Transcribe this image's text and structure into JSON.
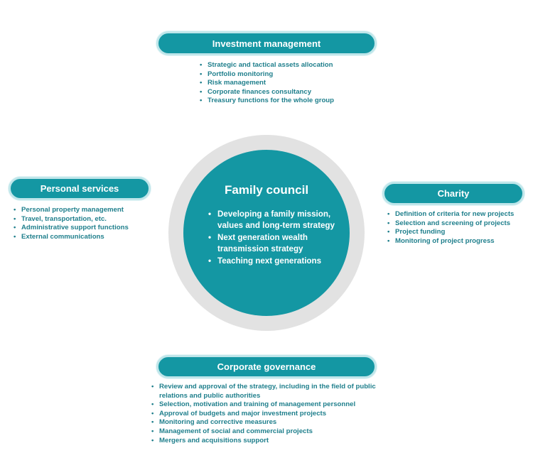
{
  "center": {
    "title": "Family council",
    "items": [
      "Developing a family mission, values and long-term strategy",
      "Next generation wealth transmission strategy",
      "Teaching next generations"
    ]
  },
  "investment": {
    "title": "Investment management",
    "items": [
      "Strategic and tactical assets allocation",
      "Portfolio monitoring",
      "Risk management",
      "Corporate finances consultancy",
      "Treasury functions for the whole group"
    ]
  },
  "personal": {
    "title": "Personal services",
    "items": [
      "Personal property management",
      "Travel, transportation, etc.",
      "Administrative support functions",
      "External communications"
    ]
  },
  "charity": {
    "title": "Charity",
    "items": [
      "Definition of criteria for new projects",
      "Selection and screening of projects",
      "Project funding",
      "Monitoring of project progress"
    ]
  },
  "governance": {
    "title": "Corporate governance",
    "items": [
      "Review and approval of the strategy, including in the field of public relations and public authorities",
      "Selection, motivation and training of management personnel",
      "Approval of budgets and major investment projects",
      "Monitoring and corrective measures",
      "Management of social and commercial projects",
      "Mergers and acquisitions support"
    ]
  },
  "colors": {
    "teal": "#1497a3",
    "ring": "#e2e2e2",
    "text": "#1f7f8c"
  }
}
